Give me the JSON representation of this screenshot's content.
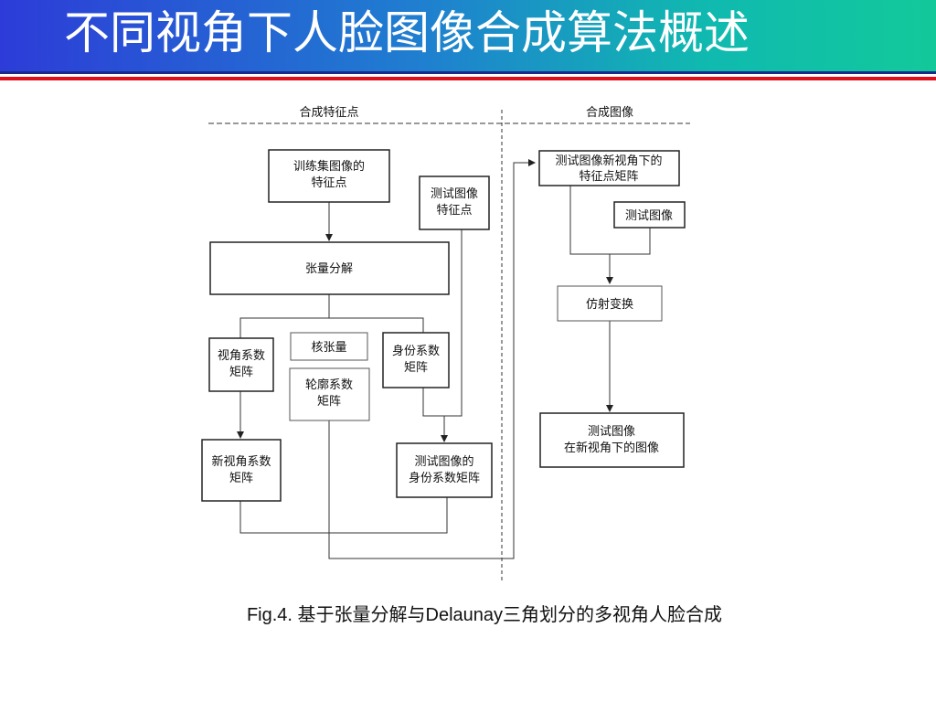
{
  "slide": {
    "title": "不同视角下人脸图像合成算法概述",
    "caption_prefix": "Fig.4.",
    "caption_text": "基于张量分解与Delaunay三角划分的多视角人脸合成"
  },
  "diagram": {
    "sections": {
      "left": "合成特征点",
      "right": "合成图像"
    },
    "nodes": {
      "train_points": [
        "训练集图像的",
        "特征点"
      ],
      "test_points": [
        "测试图像",
        "特征点"
      ],
      "tensor_decomp": [
        "张量分解"
      ],
      "view_coeff": [
        "视角系数",
        "矩阵"
      ],
      "core_tensor": [
        "核张量"
      ],
      "contour_coeff": [
        "轮廓系数",
        "矩阵"
      ],
      "identity_coeff": [
        "身份系数",
        "矩阵"
      ],
      "new_view_coeff": [
        "新视角系数",
        "矩阵"
      ],
      "test_identity_coeff": [
        "测试图像的",
        "身份系数矩阵"
      ],
      "new_view_points": [
        "测试图像新视角下的",
        "特征点矩阵"
      ],
      "test_image": [
        "测试图像"
      ],
      "affine": [
        "仿射变换"
      ],
      "result_image": [
        "测试图像",
        "在新视角下的图像"
      ]
    }
  }
}
